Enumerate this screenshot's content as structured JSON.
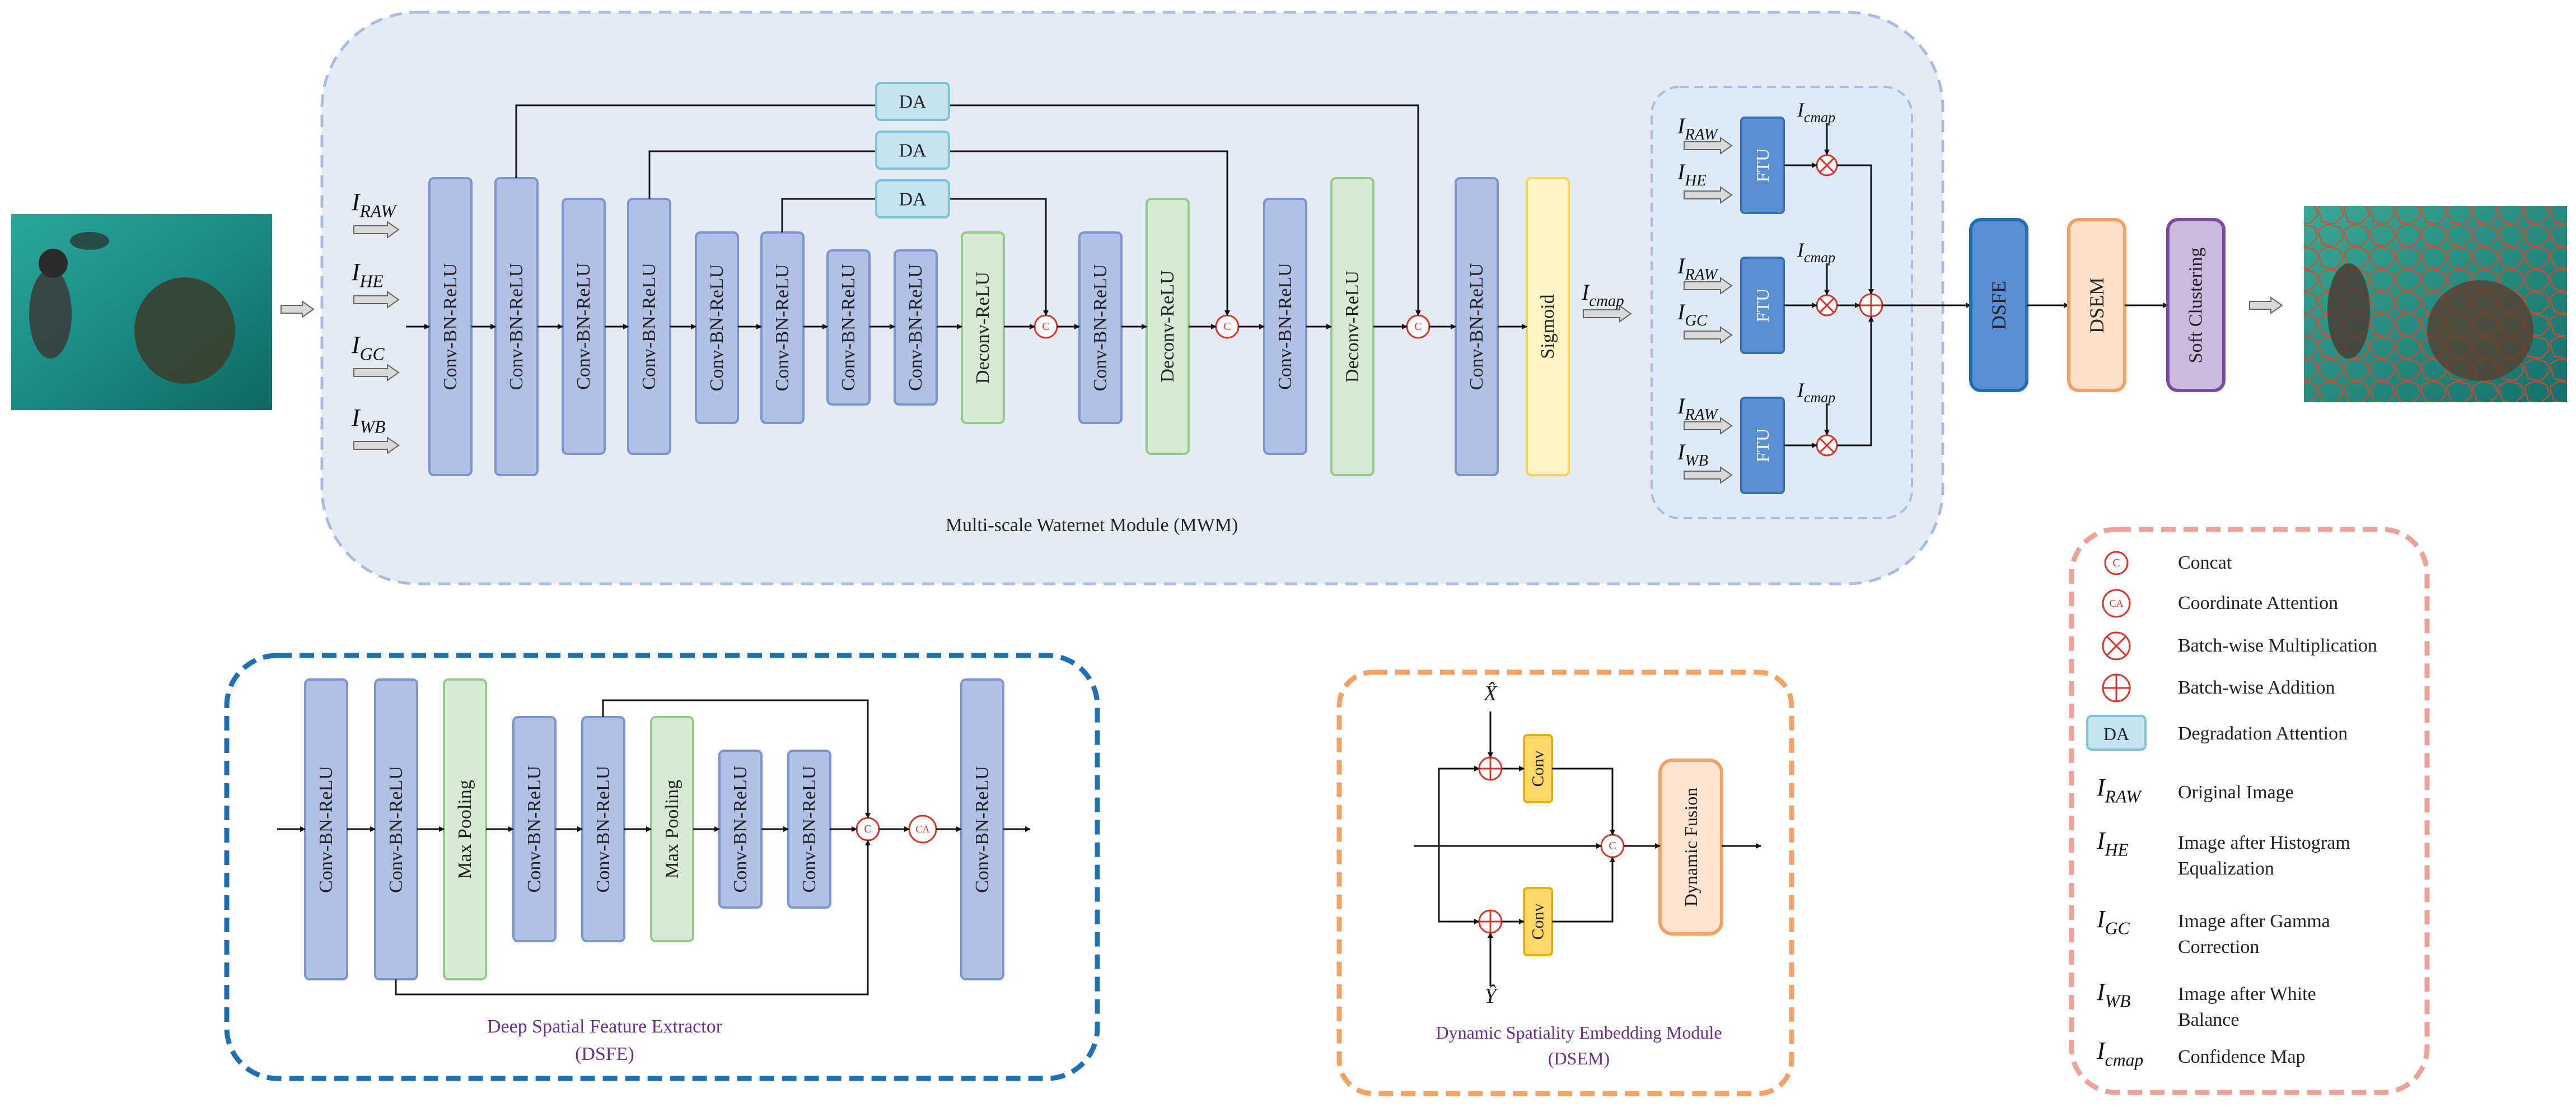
{
  "colors": {
    "conv_fill": "#b2c0e6",
    "conv_stroke": "#7c95cf",
    "deconv_fill": "#d6ebd3",
    "deconv_stroke": "#97c98c",
    "da_fill": "#c5e4ef",
    "da_stroke": "#7fc3d8",
    "sigmoid_fill": "#fff5c4",
    "sigmoid_stroke": "#f3d55a",
    "conv_y_fill": "#ffd86b",
    "conv_y_stroke": "#e6ae1d",
    "mwm_bg": "#e5ebf5",
    "mwm_border": "#a8bce0",
    "ftu_bg": "#ddeaf7",
    "dsfe_border": "#1f6fb3",
    "dsem_border": "#f2a064",
    "legend_border": "#eda297",
    "red": "#d9342b",
    "label_purple": "#6b2f8e"
  },
  "mwm": {
    "title": "Multi-scale Waternet Module (MWM)",
    "inputs": [
      "I_RAW",
      "I_HE",
      "I_GC",
      "I_WB"
    ],
    "blocks": [
      "Conv-BN-ReLU",
      "Conv-BN-ReLU",
      "Conv-BN-ReLU",
      "Conv-BN-ReLU",
      "Conv-BN-ReLU",
      "Conv-BN-ReLU",
      "Conv-BN-ReLU",
      "Conv-BN-ReLU",
      "Deconv-ReLU",
      "Conv-BN-ReLU",
      "Deconv-ReLU",
      "Conv-BN-ReLU",
      "Deconv-ReLU",
      "Conv-BN-ReLU",
      "Sigmoid"
    ],
    "da_label": "DA",
    "concat_symbol": "C",
    "output_label": "I_cmap",
    "ftu_label": "FTU",
    "ftu_pairs": [
      [
        "I_RAW",
        "I_HE"
      ],
      [
        "I_RAW",
        "I_GC"
      ],
      [
        "I_RAW",
        "I_WB"
      ]
    ],
    "ftu_map_label": "I_cmap"
  },
  "pipeline": {
    "dsfe": "DSFE",
    "dsem": "DSEM",
    "soft": "Soft Clustering"
  },
  "dsfe": {
    "title": "Deep Spatial Feature Extractor",
    "subtitle": "(DSFE)",
    "blocks": [
      "Conv-BN-ReLU",
      "Conv-BN-ReLU",
      "Max Pooling",
      "Conv-BN-ReLU",
      "Conv-BN-ReLU",
      "Max Pooling",
      "Conv-BN-ReLU",
      "Conv-BN-ReLU",
      "Conv-BN-ReLU"
    ],
    "ca_symbol": "CA"
  },
  "dsem": {
    "title": "Dynamic Spatiality Embedding Module",
    "subtitle": "(DSEM)",
    "x_hat": "X̂",
    "y_hat": "Ŷ",
    "conv": "Conv",
    "fusion": "Dynamic Fusion"
  },
  "legend": {
    "items": [
      {
        "sym": "C",
        "label": "Concat"
      },
      {
        "sym": "CA",
        "label": "Coordinate Attention"
      },
      {
        "sym": "mul",
        "label": "Batch-wise Multiplication"
      },
      {
        "sym": "add",
        "label": "Batch-wise Addition"
      },
      {
        "sym": "DA",
        "label": "Degradation Attention"
      }
    ],
    "vars": [
      {
        "name": "I_RAW",
        "lines": [
          "Original Image"
        ]
      },
      {
        "name": "I_HE",
        "lines": [
          "Image after Histogram",
          "Equalization"
        ]
      },
      {
        "name": "I_GC",
        "lines": [
          "Image after Gamma",
          "Correction"
        ]
      },
      {
        "name": "I_WB",
        "lines": [
          "Image after White",
          "Balance"
        ]
      },
      {
        "name": "I_cmap",
        "lines": [
          "Confidence Map"
        ]
      }
    ]
  }
}
